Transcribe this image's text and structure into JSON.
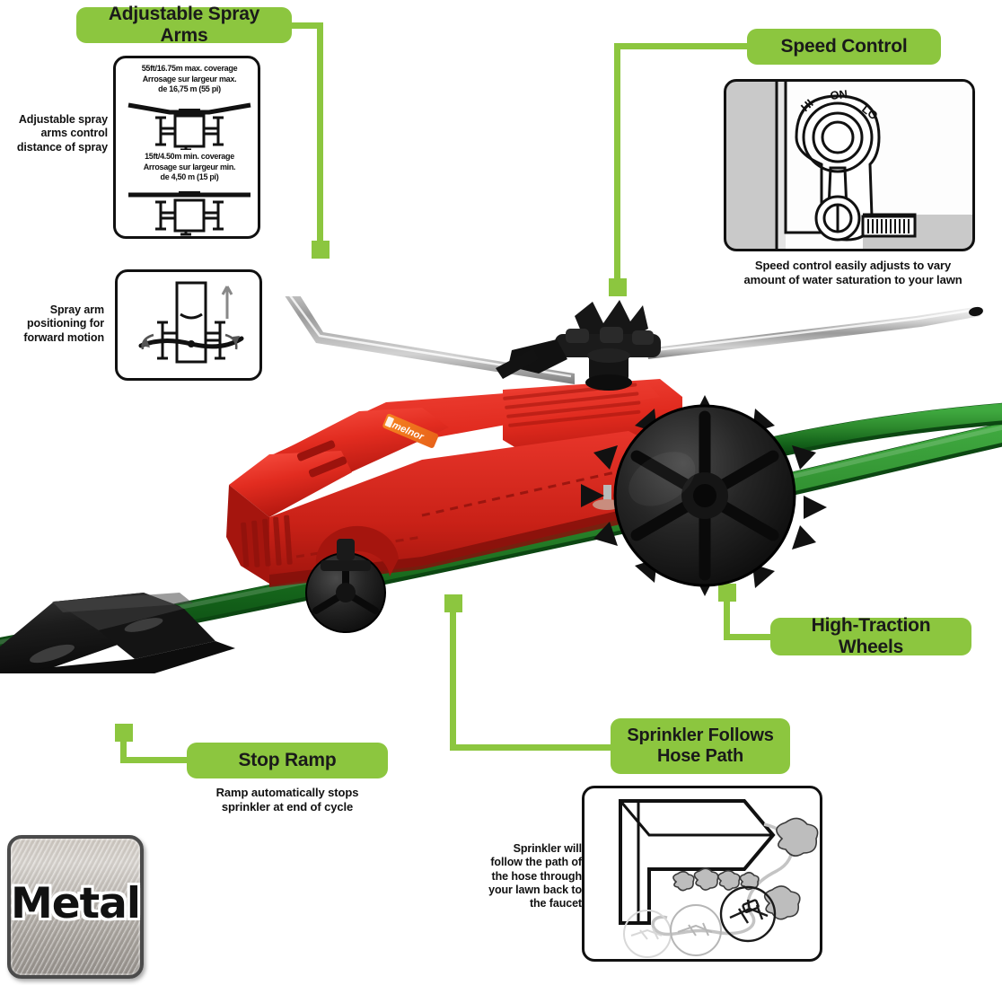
{
  "meta": {
    "accent_green": "#8CC63F",
    "product_red": "#E12B20",
    "hose_green": "#1E7A1E",
    "panel_grey": "#C9C9C9"
  },
  "callouts": {
    "adjustable_spray_arms": "Adjustable Spray Arms",
    "speed_control": "Speed Control",
    "high_traction_wheels": "High-Traction Wheels",
    "stop_ramp": "Stop Ramp",
    "sprinkler_follows_hose_path_line1": "Sprinkler Follows",
    "sprinkler_follows_hose_path_line2": "Hose Path"
  },
  "captions": {
    "adjustable_spray_arms": {
      "line1": "Adjustable spray",
      "line2": "arms control",
      "line3": "distance of spray"
    },
    "spray_arm_positioning": {
      "line1": "Spray arm",
      "line2": "positioning for",
      "line3": "forward motion"
    },
    "speed_control": {
      "line1": "Speed control easily adjusts to vary",
      "line2": "amount of water saturation to your lawn"
    },
    "stop_ramp": {
      "line1": "Ramp automatically stops",
      "line2": "sprinkler at end of cycle"
    },
    "hose_path": {
      "line1": "Sprinkler will",
      "line2": "follow the path of",
      "line3": "the hose through",
      "line4": "your lawn back to",
      "line5": "the faucet"
    }
  },
  "coverage_diagram": {
    "max": {
      "en": "55ft/16.75m max. coverage",
      "fr_line1": "Arrosage sur largeur max.",
      "fr_line2": "de 16,75 m (55 pi)"
    },
    "min": {
      "en": "15ft/4.50m min. coverage",
      "fr_line1": "Arrosage sur largeur min.",
      "fr_line2": "de 4,50 m (15 pi)"
    }
  },
  "speed_dial": {
    "hi": "HI",
    "on": "ON",
    "lo": "LO"
  },
  "product": {
    "brand": "melnor"
  },
  "badge": {
    "metal": "Metal"
  }
}
